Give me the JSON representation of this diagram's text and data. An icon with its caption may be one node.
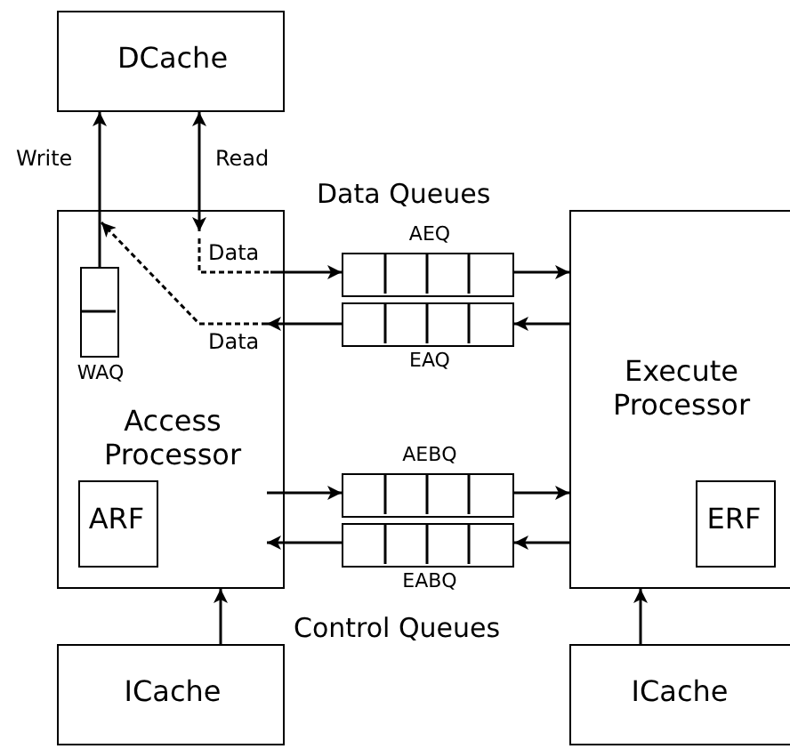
{
  "diagram": {
    "nodes": [
      {
        "text": [
          "DCache"
        ]
      },
      {
        "text": [
          "Access Processor"
        ]
      },
      {
        "text": [
          "WAQ"
        ],
        "in": 1
      },
      {
        "text": [
          "ARF"
        ],
        "in": 1
      },
      {
        "text": [
          "AEQ"
        ]
      },
      {
        "text": [
          "EAQ"
        ]
      },
      {
        "text": [
          "AEBQ"
        ]
      },
      {
        "text": [
          "EABQ"
        ]
      },
      {
        "text": [
          "Execute Processor"
        ]
      },
      {
        "text": [
          "ERF"
        ],
        "in": 8
      },
      {
        "text": [
          "ICache"
        ]
      },
      {
        "text": [
          "ICache"
        ]
      }
    ],
    "edges": [
      {
        "from": 2,
        "to": 0,
        "arrow": "to",
        "label": "Write"
      },
      {
        "from": 0,
        "to": 1,
        "arrow": "both",
        "label": "Read"
      },
      {
        "from": 1,
        "to": 4,
        "arrow": "to",
        "label": "Data",
        "style": "dashed"
      },
      {
        "from": 4,
        "to": 8,
        "arrow": "to"
      },
      {
        "from": 8,
        "to": 5,
        "arrow": "to"
      },
      {
        "from": 5,
        "to": 1,
        "arrow": "to",
        "label": "Data",
        "style": "dashed"
      },
      {
        "from": 1,
        "to": 6,
        "arrow": "to"
      },
      {
        "from": 6,
        "to": 8,
        "arrow": "to"
      },
      {
        "from": 8,
        "to": 7,
        "arrow": "to"
      },
      {
        "from": 7,
        "to": 1,
        "arrow": "to"
      },
      {
        "from": 10,
        "to": 1,
        "arrow": "to"
      },
      {
        "from": 11,
        "to": 8,
        "arrow": "to"
      }
    ],
    "labels": [
      "Data Queues",
      "Control Queues"
    ]
  }
}
